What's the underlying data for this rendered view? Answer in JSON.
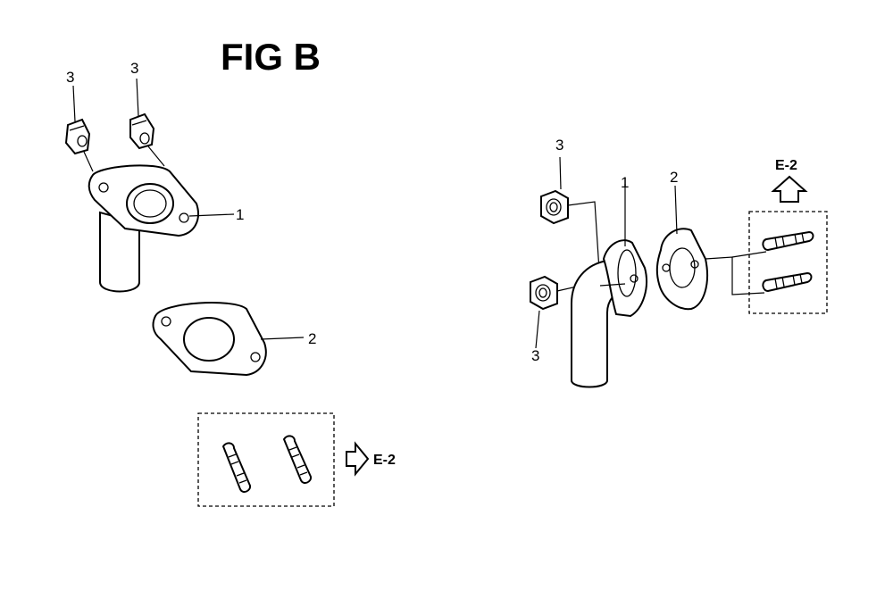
{
  "figure": {
    "title": "FIG B"
  },
  "left_view": {
    "callouts": {
      "bolt_a": "3",
      "bolt_b": "3",
      "elbow_flange": "1",
      "gasket": "2"
    },
    "reference": "E-2"
  },
  "right_view": {
    "callouts": {
      "nut_top": "3",
      "nut_bottom": "3",
      "elbow_flange": "1",
      "gasket": "2"
    },
    "reference": "E-2"
  }
}
